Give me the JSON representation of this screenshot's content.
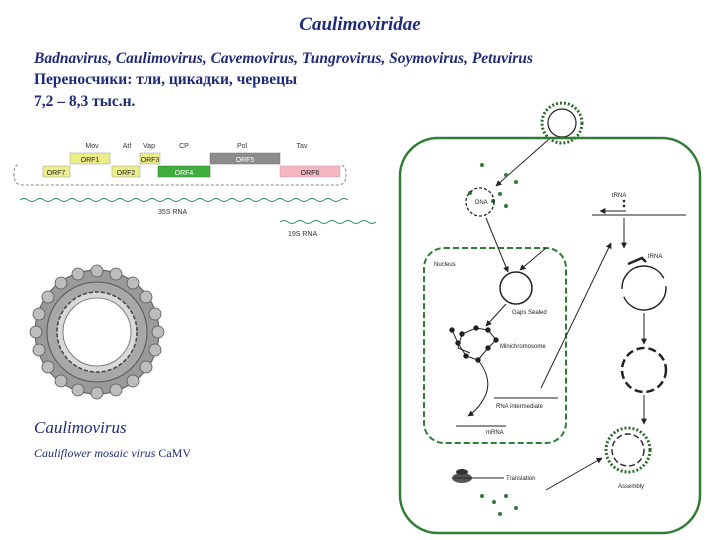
{
  "title": "Caulimoviridae",
  "genera_line": "Badnavirus, Caulimovirus, Cavemovirus, Tungrovirus, Soymovirus, Petuvirus",
  "vectors_line": "Переносчики: тли, цикадки, червецы",
  "genome_line": "7,2 – 8,3 тыс.н.",
  "genome_map": {
    "gene_labels": [
      "Mov",
      "Atf",
      "Vap",
      "CP",
      "Pol",
      "Tav"
    ],
    "orfs_top": [
      "ORF1",
      "ORF3",
      "ORF5"
    ],
    "orfs_bottom": [
      "ORF7",
      "ORF2",
      "ORF4",
      "ORF6"
    ],
    "rna_labels": [
      "35S RNA",
      "19S RNA"
    ]
  },
  "genus_label": "Caulimovirus",
  "virus_label": "Cauliflower mosaic virus",
  "virus_abbr": "CaMV",
  "lifecycle": {
    "labels": {
      "dna": "DNA",
      "trna_top": "tRNA",
      "trna_right": "tRNA",
      "nucleus": "Nucleus",
      "gaps_sealed": "Gaps Sealed",
      "minichromosome": "Minichromosome",
      "rna_intermediate": "RNA intermediate",
      "mrna": "mRNA",
      "translation": "Translation",
      "assembly": "Assembly"
    }
  },
  "colors": {
    "text": "#1f2a7a",
    "cell_wall": "#2e7d32",
    "orf_yellow": "#eded8a",
    "orf_green": "#3fae3f",
    "orf_grey": "#8c8c8c",
    "orf_pink": "#f4b6c0",
    "rna_green": "#2e8b57"
  }
}
